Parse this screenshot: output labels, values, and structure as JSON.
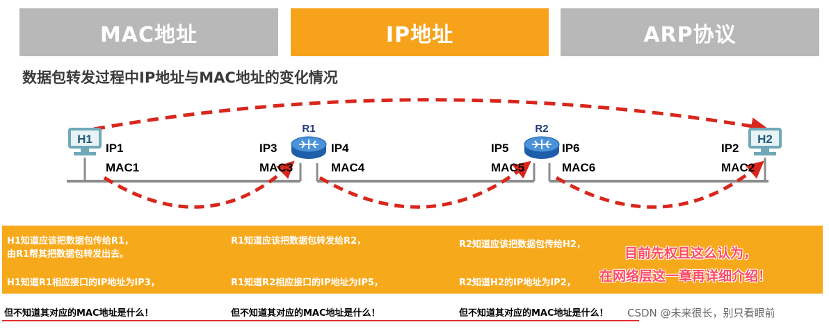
{
  "tabs": [
    {
      "label": "MAC地址",
      "color": "#b8b8b8"
    },
    {
      "label": "IP地址",
      "color": "#f7a21b"
    },
    {
      "label": "ARP协议",
      "color": "#b8b8b8"
    }
  ],
  "subtitle": "数据包转发过程中IP地址与MAC地址的变化情况",
  "nodes": {
    "h1": {
      "name": "H1",
      "ip": "IP1",
      "mac": "MAC1"
    },
    "r1": {
      "name": "R1",
      "left_ip": "IP3",
      "left_mac": "MAC3",
      "right_ip": "IP4",
      "right_mac": "MAC4"
    },
    "r2": {
      "name": "R2",
      "left_ip": "IP5",
      "left_mac": "MAC5",
      "right_ip": "IP6",
      "right_mac": "MAC6"
    },
    "h2": {
      "name": "H2",
      "ip": "IP2",
      "mac": "MAC2"
    }
  },
  "colors": {
    "arrow": "#d9261c",
    "link": "#8c8c8c",
    "router": "#2f79c4",
    "host": "#6fa9b8",
    "panel": "#f7a91c"
  },
  "panel": {
    "col1": {
      "line1": "H1知道应该把数据包传给R1，",
      "line2": "由R1帮其把数据包转发出去。",
      "line3": "H1知道R1相应接口的IP地址为IP3，",
      "line4": "但不知道其对应的MAC地址是什么！"
    },
    "col2": {
      "line1": "R1知道应该把数据包转发给R2，",
      "line3": "R1知道R2相应接口的IP地址为IP5，",
      "line4": "但不知道其对应的MAC地址是什么！"
    },
    "col3": {
      "line1": "R2知道应该把数据包传给H2，",
      "line3": "R2知道H2的IP地址为IP2，",
      "line4": "但不知道其对应的MAC地址是什么！"
    }
  },
  "note": {
    "line1": "目前先权且这么认为，",
    "line2": "在网络层这一章再详细介绍！"
  },
  "watermark": "CSDN @未来很长，别只看眼前"
}
